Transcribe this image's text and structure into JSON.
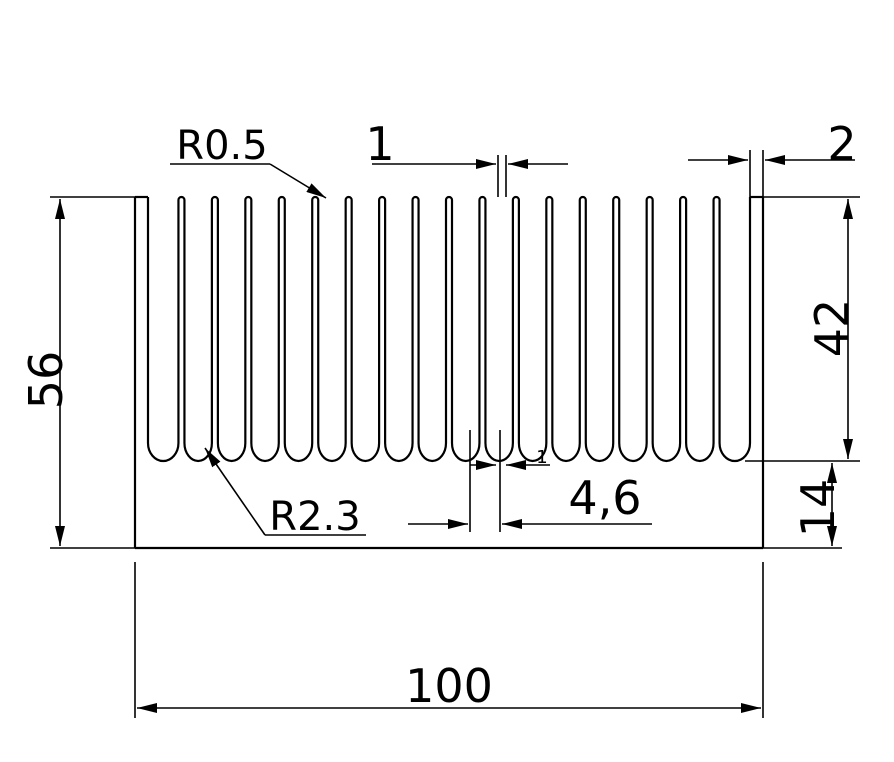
{
  "drawing": {
    "dimensions": {
      "width": "100",
      "height": "56",
      "fin_height": "42",
      "base_height": "14",
      "pitch": "4,6",
      "fin_thickness": "1",
      "edge_wall": "2",
      "tip_radius": "R0.5",
      "root_radius": "R2.3",
      "small_gap": "1"
    },
    "fins": {
      "count": 17
    }
  }
}
